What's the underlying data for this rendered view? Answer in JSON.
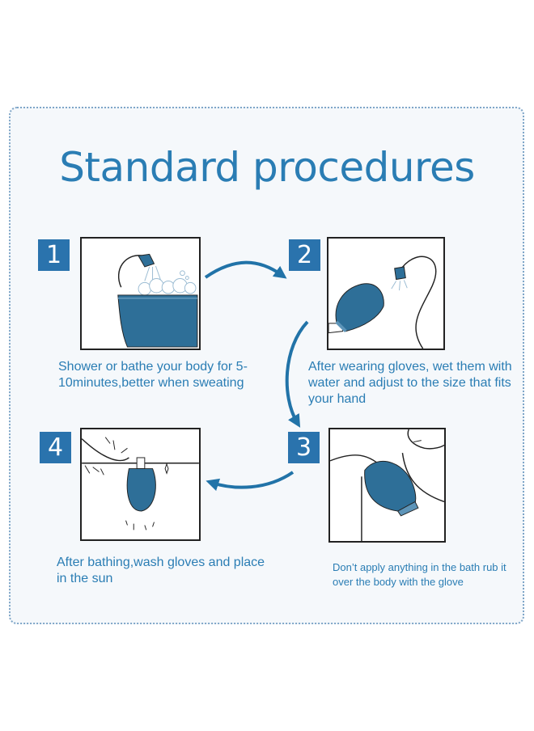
{
  "title": "Standard procedures",
  "colors": {
    "accent": "#2a7db4",
    "glove": "#2e6f98",
    "badge": "#2a73ad"
  },
  "steps": [
    {
      "number": "1",
      "text": "Shower or bathe your body for 5-10minutes,better when sweating",
      "icon": "shower-bathtub-illustration"
    },
    {
      "number": "2",
      "text": "After wearing gloves, wet them with water and adjust to the size that fits your hand",
      "icon": "glove-under-shower-illustration"
    },
    {
      "number": "3",
      "text": "Don’t apply anything in the bath rub it over the body with the glove",
      "icon": "glove-on-shoulder-illustration"
    },
    {
      "number": "4",
      "text": "After bathing,wash gloves and place in the sun",
      "icon": "glove-drying-in-sun-illustration"
    }
  ]
}
